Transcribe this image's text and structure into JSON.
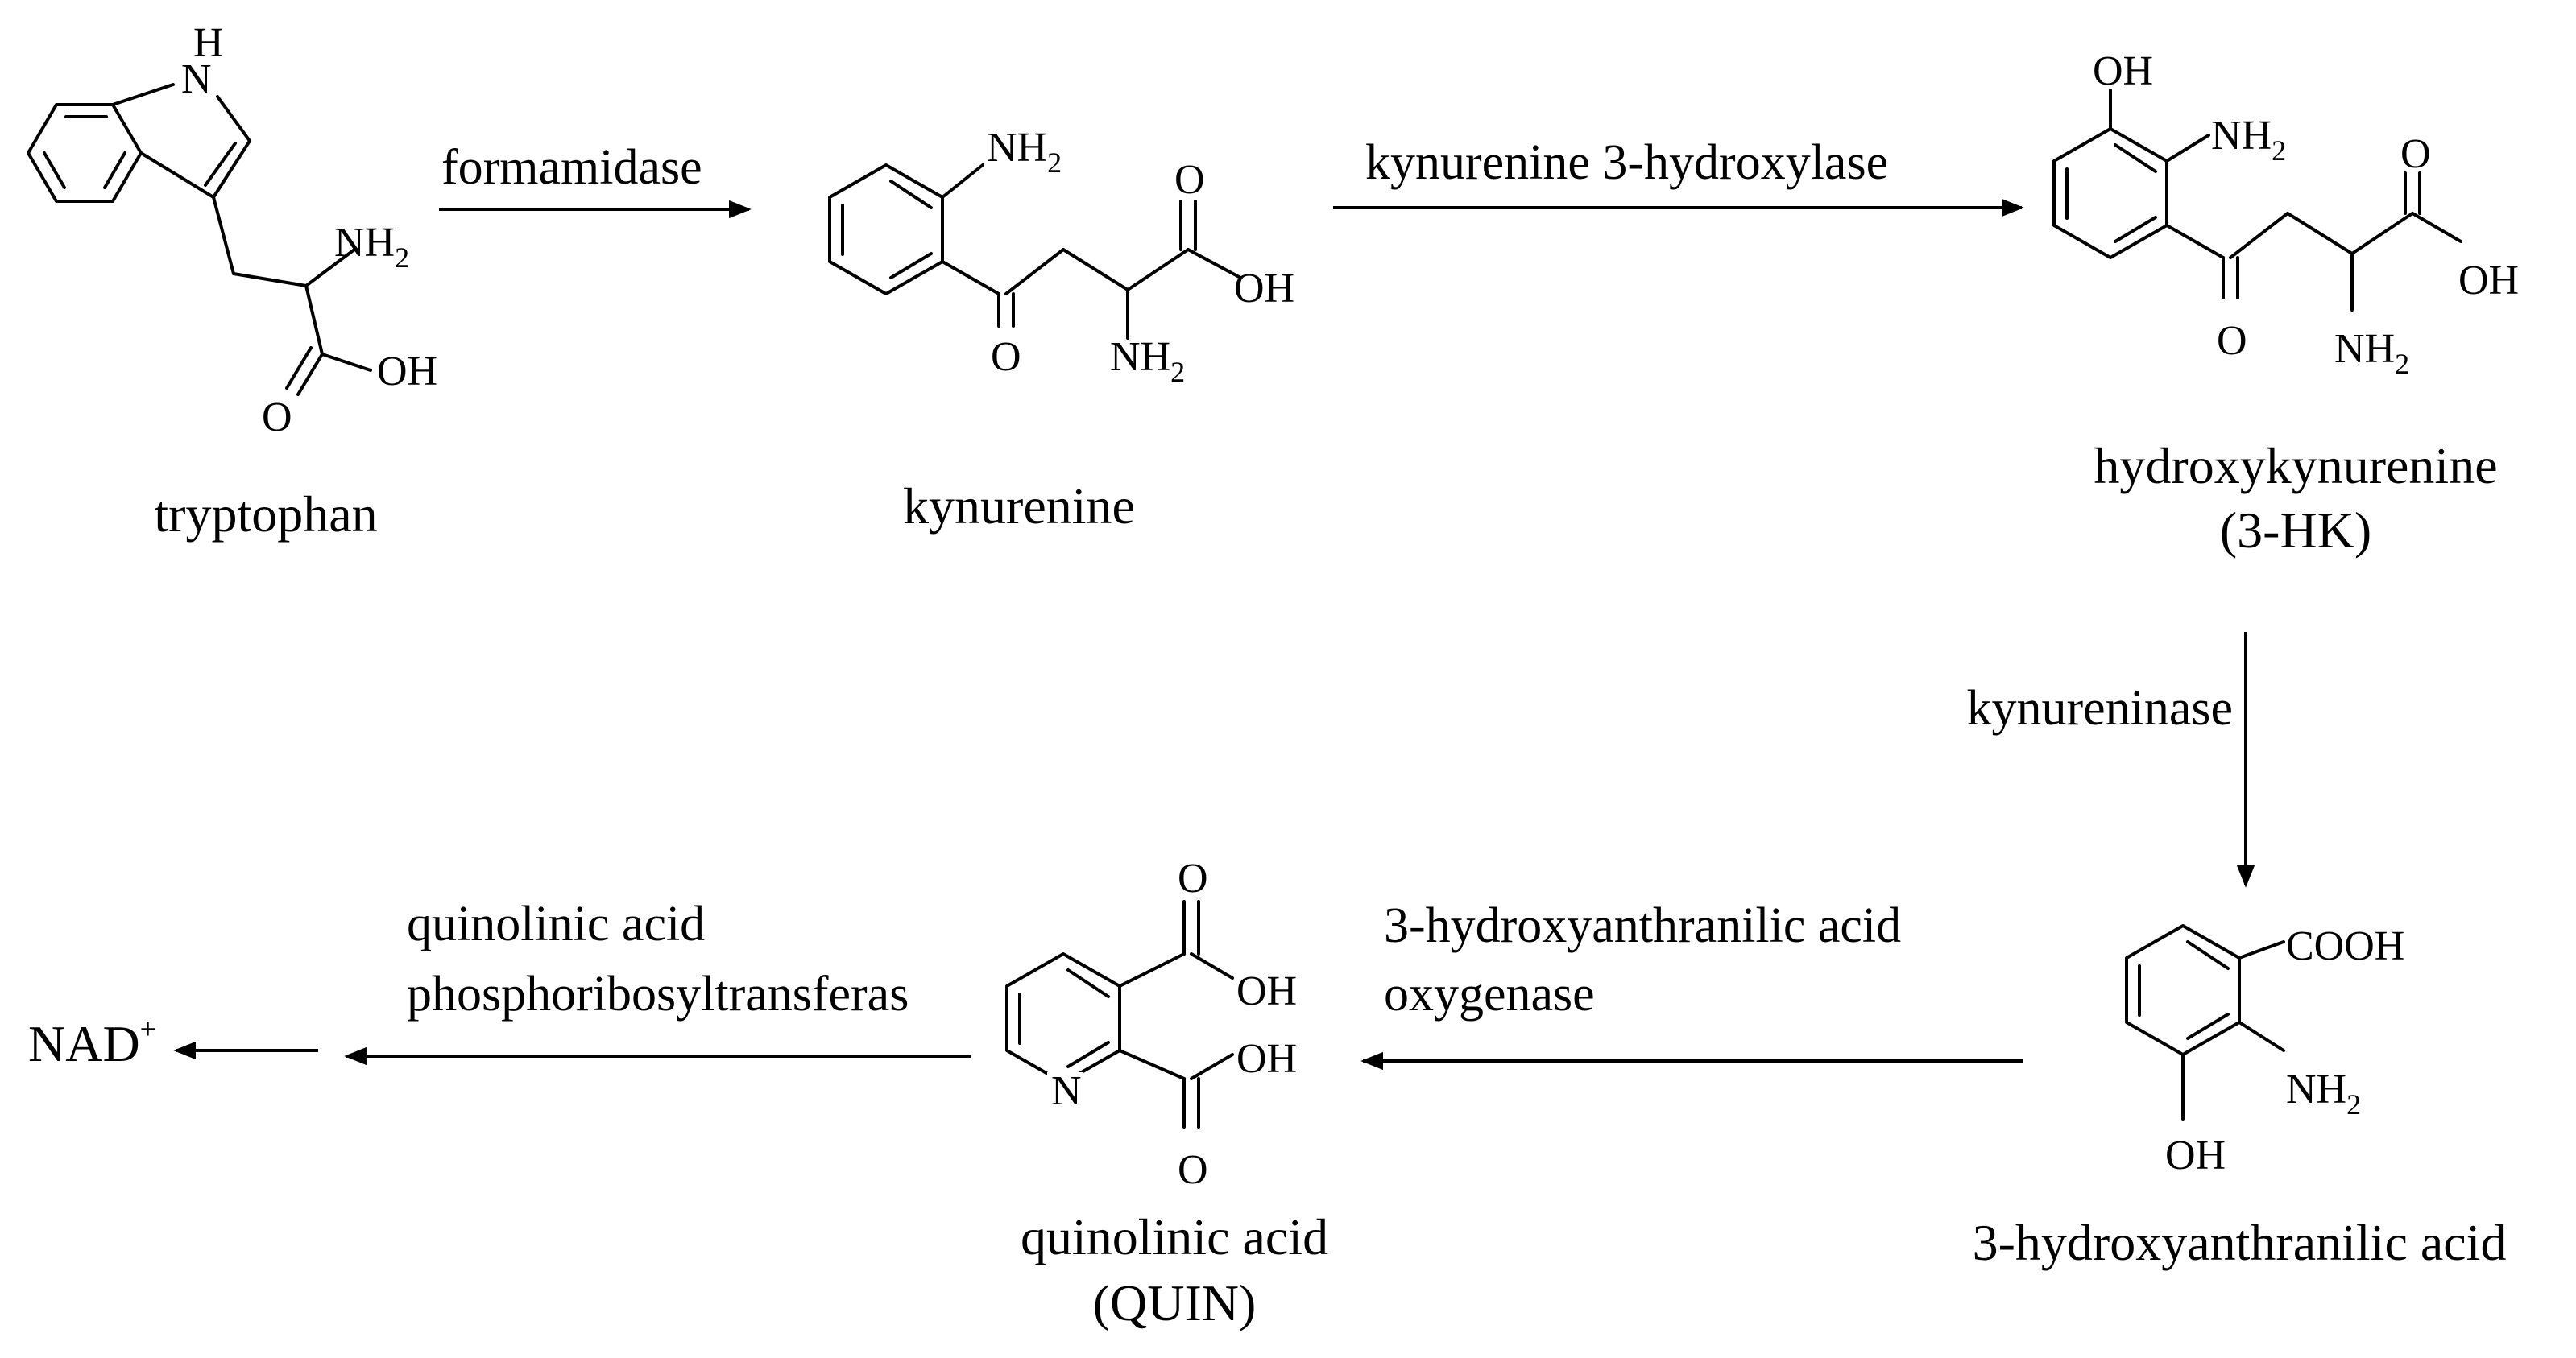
{
  "compounds": {
    "tryptophan": {
      "name": "tryptophan"
    },
    "kynurenine": {
      "name": "kynurenine"
    },
    "hydroxykynurenine": {
      "name": "hydroxykynurenine",
      "abbrev": "(3-HK)"
    },
    "hydroxyanthranilic": {
      "name": "3-hydroxyanthranilic acid"
    },
    "quinolinic": {
      "name": "quinolinic acid",
      "abbrev": "(QUIN)"
    },
    "nad": {
      "name": "NAD",
      "charge": "+"
    }
  },
  "enzymes": {
    "formamidase": "formamidase",
    "k3h": "kynurenine 3-hydroxylase",
    "kynureninase": "kynureninase",
    "haao_line1": "3-hydroxyanthranilic acid",
    "haao_line2": "oxygenase",
    "qprt_line1": "quinolinic acid",
    "qprt_line2": "phosphoribosyltransferas"
  },
  "atoms": {
    "H": "H",
    "N": "N",
    "O": "O",
    "OH": "OH",
    "NH": "NH",
    "COOH": "COOH",
    "sub2": "2"
  }
}
